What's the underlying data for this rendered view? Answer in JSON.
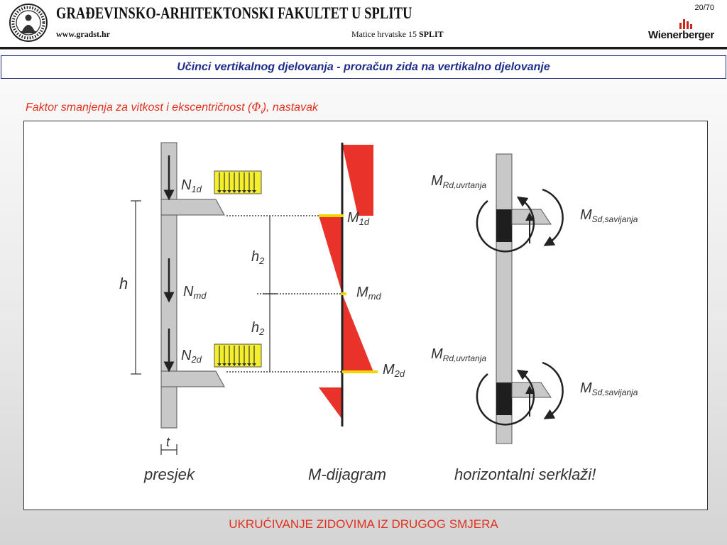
{
  "header": {
    "school_title": "GRAĐEVINSKO-ARHITEKTONSKI FAKULTET U SPLITU",
    "website": "www.gradst.hr",
    "address": "Matice hrvatske 15",
    "address_city": "SPLIT",
    "page_number": "20/70",
    "logo_text": "Wienerberger"
  },
  "title": "Učinci vertikalnog djelovanja - proračun zida na vertikalno djelovanje",
  "subtitle": {
    "before": "Faktor smanjenja za vitkost i ekscentričnost (",
    "symbol": "Φ",
    "symbol_sub": "i",
    "after": "), nastavak"
  },
  "figure": {
    "section": {
      "load_top": "N",
      "load_top_sub": "1d",
      "load_mid": "N",
      "load_mid_sub": "md",
      "load_bottom": "N",
      "load_bottom_sub": "2d",
      "height": "h",
      "half_height": "h",
      "half_height_sub": "2",
      "thickness": "t",
      "caption": "presjek"
    },
    "moment_diagram": {
      "m_top": "M",
      "m_top_sub": "1d",
      "m_mid": "M",
      "m_mid_sub": "md",
      "m_bottom": "M",
      "m_bottom_sub": "2d",
      "caption": "M-dijagram"
    },
    "ring_beams": {
      "clamping_moment": "M",
      "clamping_moment_sub": "Rd,uvrtanja",
      "bending_moment": "M",
      "bending_moment_sub": "Sd,savijanja",
      "caption": "horizontalni serklaži!"
    },
    "colors": {
      "moment_fill": "#e8322a",
      "load_block": "#f4ee2c",
      "moment_line": "#f2d600",
      "wall": "#c8c8c8"
    }
  },
  "footer_note": "UKRUĆIVANJE ZIDOVIMA IZ DRUGOG SMJERA"
}
